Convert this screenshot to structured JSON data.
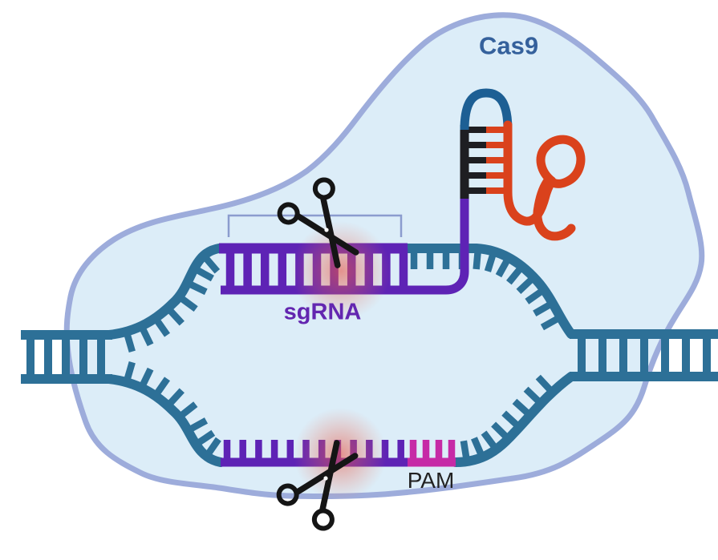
{
  "labels": {
    "cas9": "Cas9",
    "sgrna": "sgRNA",
    "pam": "PAM"
  },
  "icons": {
    "scissors_top": "scissors-icon",
    "scissors_bottom": "scissors-icon"
  },
  "colors": {
    "cas9-fill": "#dcedf8",
    "cas9-stroke": "#9dacdb",
    "dna": "#2d7097",
    "sgrna": "#5e23b5",
    "pam": "#c62aa6",
    "scaffold-black": "#1e1e22",
    "scaffold-blue": "#1d5f94",
    "scaffold-orange": "#da421c",
    "bracket": "#8b9cce",
    "scissors": "#151515",
    "glow": "#e85546",
    "label-cas9": "#35619c",
    "label-sgrna": "#6326b0",
    "label-pam": "#222222"
  }
}
